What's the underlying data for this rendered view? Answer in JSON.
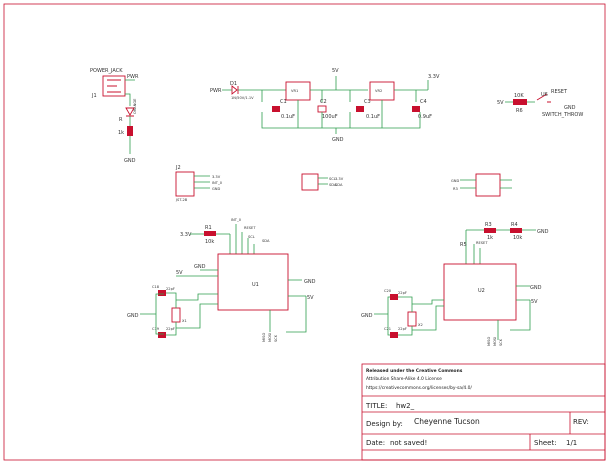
{
  "labels": {
    "power_jack": "POWER_JACK",
    "pwr_a": "PWR",
    "j1": "J1",
    "orange": "ORANGE",
    "gnd": "GND",
    "led_r": "R",
    "r1k": "1k",
    "d1": "D1",
    "pwr_b": "PWR",
    "d1_val": "1N/50V/1.1V",
    "vreg1": "VR1",
    "v5": "5V",
    "c1": "C1",
    "c1_val": "0.1uF",
    "c2": "C2",
    "c2_val": "100uF",
    "c3": "C3",
    "c3_val": "0.1uF",
    "vreg2": "VR2",
    "c4": "C4",
    "c4_val": "0.9uF",
    "v33": "3.3V",
    "v5_btn": "5V",
    "r10k": "10K",
    "r6": "R6",
    "reset": "RESET",
    "switch": "SWITCH_THROW",
    "u6": "U6",
    "j2": "J2",
    "jst": "JST-2B",
    "int0": "INT_0",
    "scl": "SCL",
    "sda": "SDA",
    "u1": "U1",
    "r1": "R1",
    "r1_val": "10k",
    "int0_b": "INT_0",
    "reset_b": "RESET",
    "scl_b": "SCL",
    "sda_b": "SDA",
    "c18": "C18",
    "c18_val": "22pF",
    "c19": "C19",
    "c19_val": "22pF",
    "x1": "X1",
    "u2": "U2",
    "r3": "R3",
    "r3_val": "1k",
    "r4": "R4",
    "r4_val": "10k",
    "r5": "R5",
    "reset_c": "RESET",
    "c20": "C20",
    "c20_val": "22pF",
    "c21": "C21",
    "c21_val": "22pF",
    "x2": "X2",
    "miso": "MISO",
    "mosi": "MOSI",
    "sck": "SCK"
  },
  "title_block": {
    "license_line1": "Released under the Creative Commons",
    "license_line2": "Attribution Share-Alike 4.0 License",
    "license_url": "https://creativecommons.org/licenses/by-sa/4.0/",
    "title_label": "TITLE:",
    "title_value": "hw2_",
    "design_label": "Design by:",
    "design_value": "Cheyenne Tucson",
    "rev_label": "REV:",
    "date_label": "Date:",
    "date_value": "not saved!",
    "sheet_label": "Sheet:",
    "sheet_value": "1/1"
  }
}
